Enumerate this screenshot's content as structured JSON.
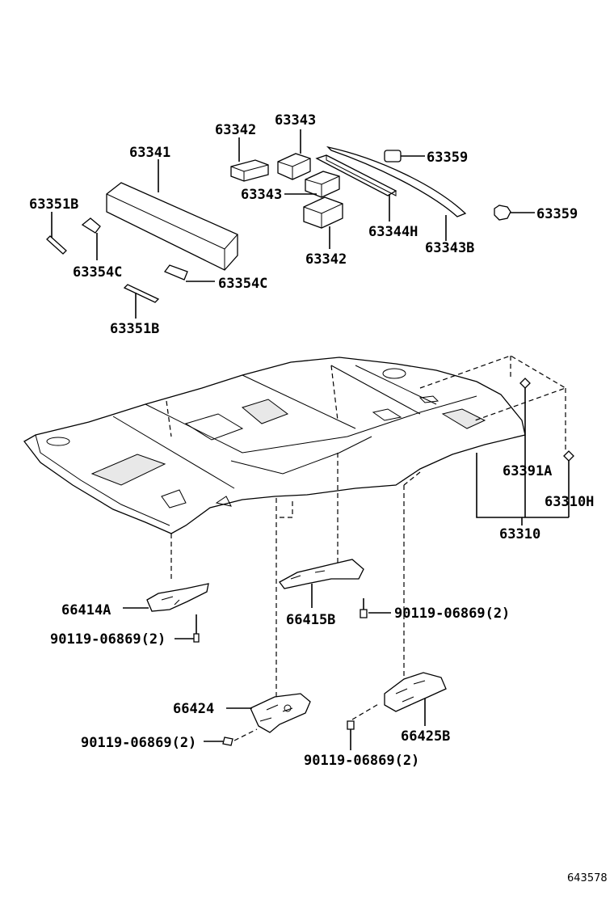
{
  "labels": {
    "p63342_top": "63342",
    "p63343_top": "63343",
    "p63341": "63341",
    "p63359_top": "63359",
    "p63351b_left": "63351B",
    "p63343_mid": "63343",
    "p63359_right": "63359",
    "p63344h": "63344H",
    "p63343b": "63343B",
    "p63354c_left": "63354C",
    "p63342_bottom": "63342",
    "p63354c_mid": "63354C",
    "p63351b_bottom": "63351B",
    "p63391a": "63391A",
    "p63310h": "63310H",
    "p63310": "63310",
    "p66414a": "66414A",
    "p66415b": "66415B",
    "screw_center": "90119-06869(2)",
    "screw_left": "90119-06869(2)",
    "p66424": "66424",
    "screw_lower_left": "90119-06869(2)",
    "p66425b": "66425B",
    "screw_lower_mid": "90119-06869(2)"
  },
  "figure_code": "643578"
}
